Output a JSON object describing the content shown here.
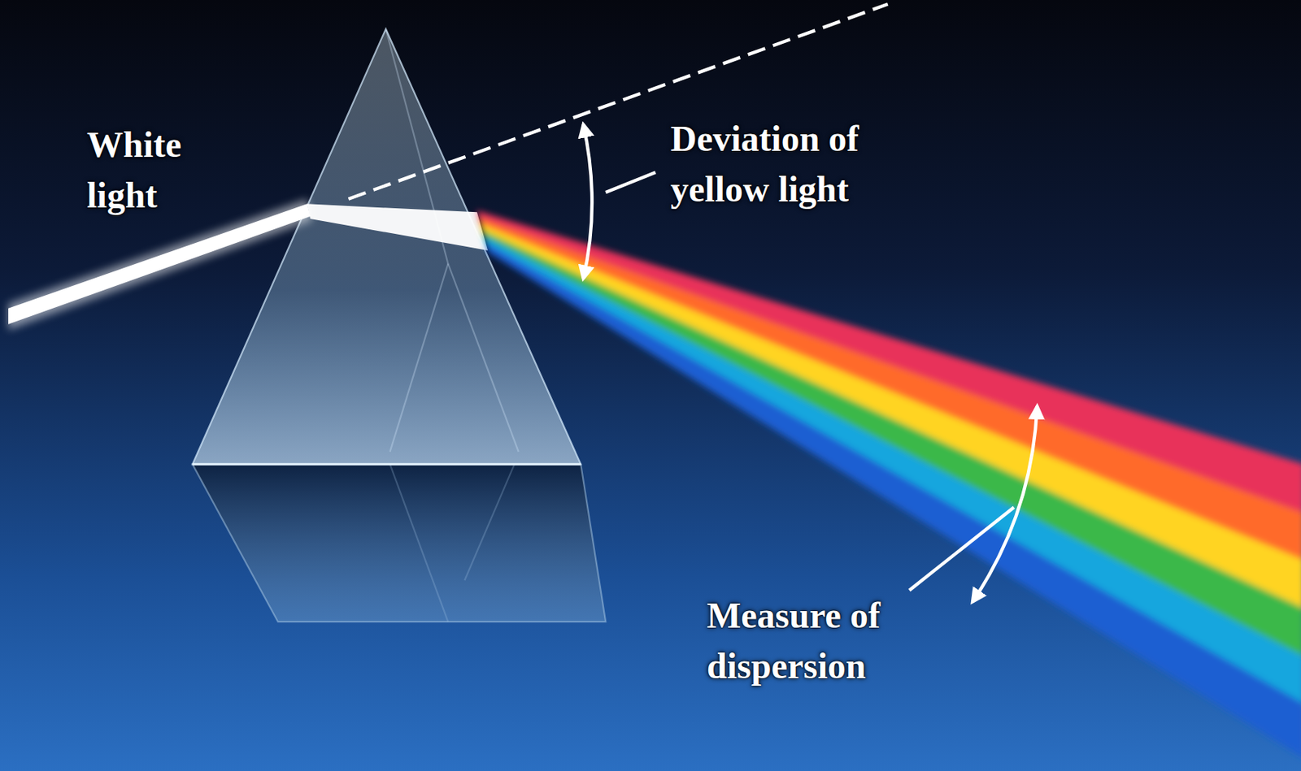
{
  "diagram": {
    "labels": [
      "White light",
      "Deviation of yellow light",
      "Measure of dispersion"
    ]
  }
}
